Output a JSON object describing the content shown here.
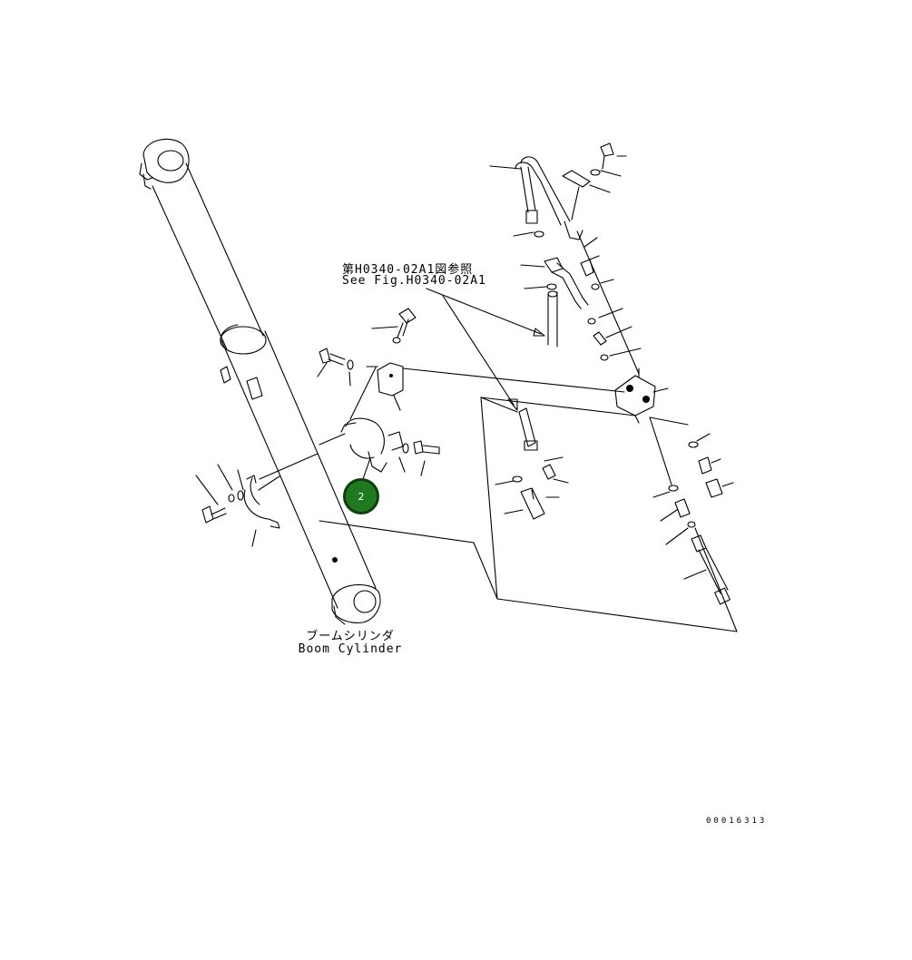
{
  "reference_note": {
    "line1": "第H0340-02A1図参照",
    "line2": "See Fig.H0340-02A1"
  },
  "assembly_label": {
    "jp": "ブームシリンダ",
    "en": "Boom Cylinder"
  },
  "callout": {
    "number": "2",
    "color": "#1f7a1f"
  },
  "document_number": "00016313"
}
